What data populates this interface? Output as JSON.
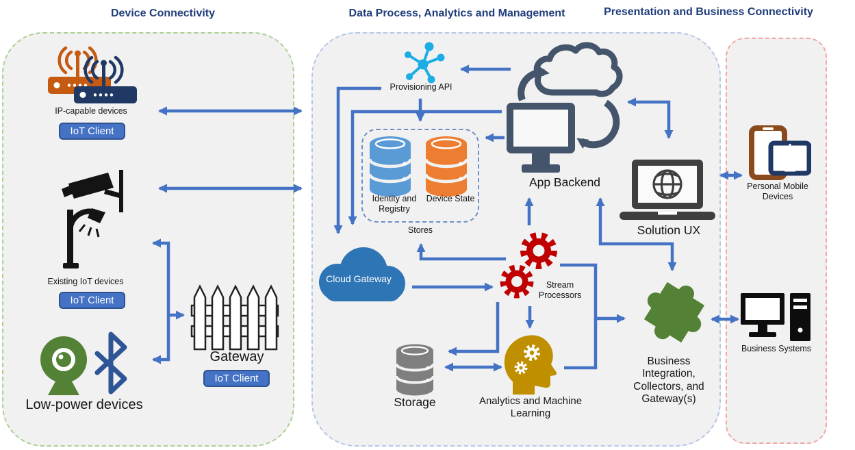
{
  "sections": [
    {
      "title": "Device Connectivity"
    },
    {
      "title": "Data Process, Analytics and Management"
    },
    {
      "title": "Presentation and Business Connectivity"
    }
  ],
  "nodes": {
    "ip_devices": {
      "label": "IP-capable devices",
      "badge": "IoT Client"
    },
    "existing_iot": {
      "label": "Existing IoT devices",
      "badge": "IoT Client"
    },
    "low_power": {
      "label": "Low-power devices"
    },
    "gateway": {
      "label": "Gateway",
      "badge": "IoT Client"
    },
    "provisioning": {
      "label": "Provisioning API"
    },
    "identity": {
      "label": "Identity and Registry"
    },
    "device_state": {
      "label": "Device State"
    },
    "stores": {
      "label": "Stores"
    },
    "cloud_gateway": {
      "label": "Cloud Gateway"
    },
    "app_backend": {
      "label": "App Backend"
    },
    "stream": {
      "label": "Stream Processors"
    },
    "storage": {
      "label": "Storage"
    },
    "analytics": {
      "label": "Analytics and Machine Learning"
    },
    "solution_ux": {
      "label": "Solution UX"
    },
    "business_integration": {
      "label": "Business Integration, Collectors, and Gateway(s)"
    },
    "mobile": {
      "label": "Personal Mobile Devices"
    },
    "business_systems": {
      "label": "Business Systems"
    }
  },
  "colors": {
    "arrow_blue": "#4472C4",
    "badge_fill": "#4472C4",
    "badge_border": "#2F528F",
    "title_navy": "#1F3D7A",
    "panel_fill": "#F1F1F2",
    "panel_border_green": "#A9D18E",
    "panel_border_blue": "#B4C7E7",
    "panel_border_pink": "#F1A7A0",
    "router_orange": "#C55A11",
    "router_navy": "#1F3864",
    "provisioning_cyan": "#1CADE4",
    "db_blue": "#5B9BD5",
    "db_orange": "#ED7D31",
    "db_gray": "#7F7F7F",
    "cloud_gateway_blue": "#2E75B6",
    "gear_red": "#C00000",
    "head_gold": "#BF8F00",
    "puzzle_green": "#538135",
    "app_backend_slate": "#44546A",
    "laptop_gray": "#3F3F3F",
    "phone_brown": "#8B4A1C",
    "tablet_navy": "#203864",
    "webcam_green": "#538135",
    "bluetooth_blue": "#2F5597"
  }
}
